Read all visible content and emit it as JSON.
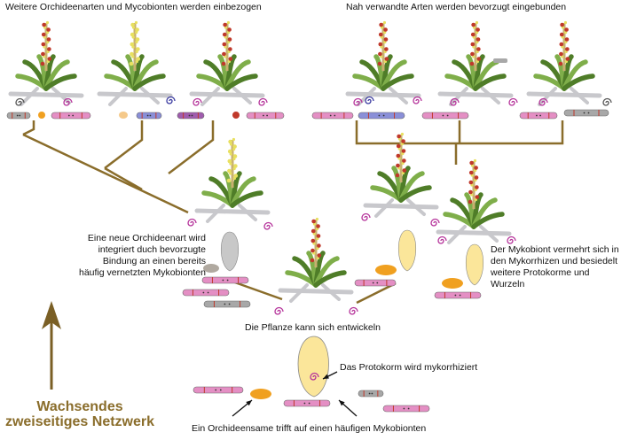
{
  "labels": {
    "top_left": "Weitere Orchideenarten und Mycobionten werden einbezogen",
    "top_right": "Nah verwandte Arten werden bevorzugt eingebunden",
    "mid_left": "Eine neue Orchideenart wird integriert duch bevorzugte Bindung an einen bereits häufig vernetzten Mykobionten",
    "mid_right": "Der Mykobiont vermehrt sich in den Mykorrhizen und besiedelt weitere Protokorme und Wurzeln",
    "center": "Die Pflanze kann sich entwickeln",
    "protocorm": "Das Protokorm wird mykorrhiziert",
    "bottom": "Ein Orchideensame trifft auf einen häufigen Mykobionten",
    "growing_line1": "Wachsendes",
    "growing_line2": "zweiseitiges Netzwerk"
  },
  "colors": {
    "network_line": "#8a6d2b",
    "arrow": "#7a5f25",
    "leaf": "#7fae4a",
    "leaf_dark": "#4f7d28",
    "stem": "#c8b070",
    "flower_red": "#c0392b",
    "flower_yellow": "#e8e060",
    "root": "#c8c8cc",
    "pink": "#e48fc4",
    "blue": "#8a8fd8",
    "grey": "#a8a8a8",
    "purple": "#a05cae",
    "orange": "#f0a020",
    "peach": "#f5c98a",
    "red": "#c0392b",
    "protocorm_fill": "#fbe69a",
    "protocorm_grey": "#c8c8c8",
    "spiral_pink": "#b5329a",
    "spiral_blue": "#3a3aa0"
  }
}
